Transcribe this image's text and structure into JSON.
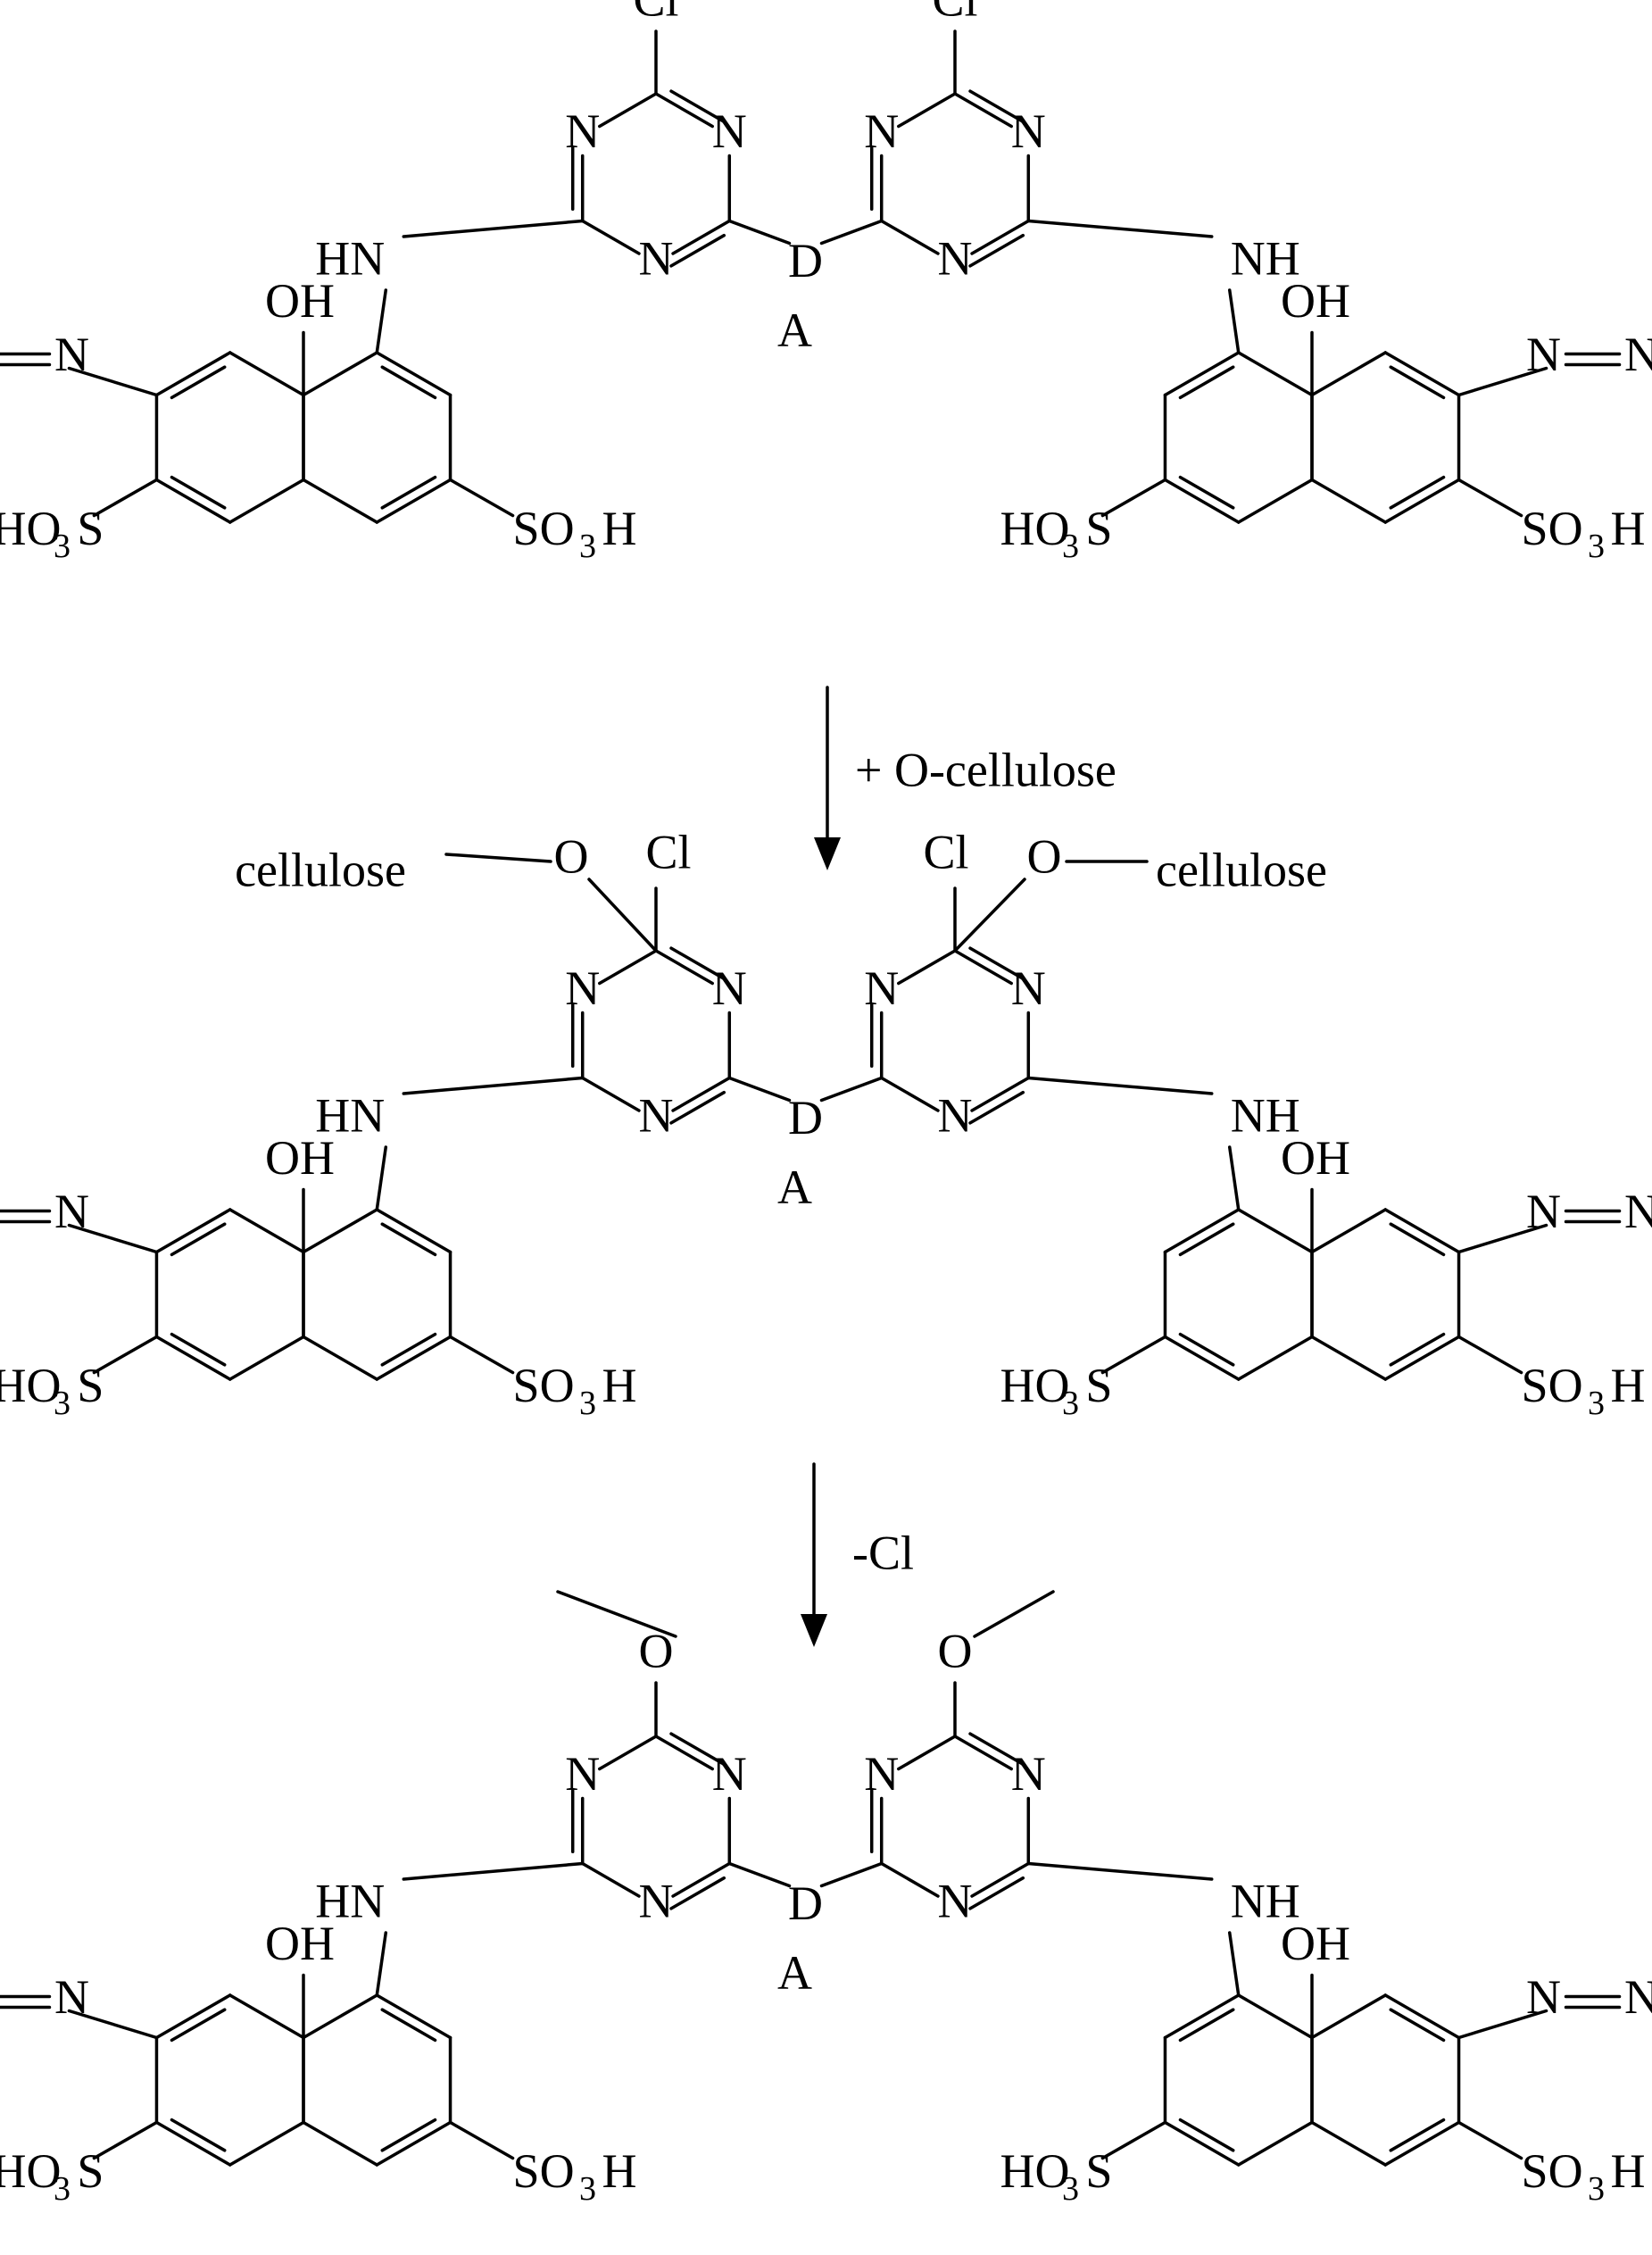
{
  "scheme": {
    "labels": {
      "cl": "Cl",
      "n": "N",
      "oh": "OH",
      "hn": "HN",
      "nh": "NH",
      "d": "D",
      "a": "A",
      "o": "O",
      "cellulose": "cellulose",
      "ho": "HO",
      "s": "S",
      "so": "SO",
      "h": "H",
      "sub3": "3"
    },
    "reactions": {
      "step1": "+ O-cellulose",
      "step2": "-Cl"
    },
    "structures": [
      {
        "id": "reactant"
      },
      {
        "id": "intermediate"
      },
      {
        "id": "product"
      }
    ]
  }
}
